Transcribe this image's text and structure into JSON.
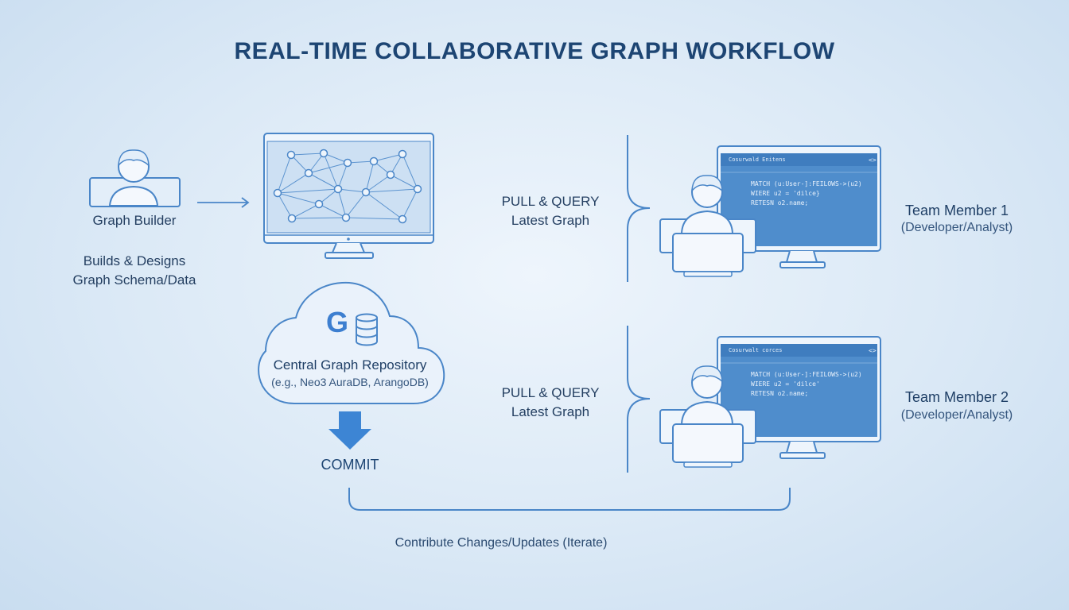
{
  "title": "REAL-TIME COLLABORATIVE GRAPH WORKFLOW",
  "graph_builder": {
    "name": "Graph Builder",
    "description_line1": "Builds & Designs",
    "description_line2": "Graph Schema/Data"
  },
  "repository": {
    "logo_letter": "G",
    "title": "Central Graph Repository",
    "subtitle": "(e.g., Neo3 AuraDB, ArangoDB)"
  },
  "commit_label": "COMMIT",
  "pull_1": {
    "line1": "PULL & QUERY",
    "line2": "Latest Graph"
  },
  "pull_2": {
    "line1": "PULL & QUERY",
    "line2": "Latest Graph"
  },
  "team_member_1": {
    "name": "Team Member 1",
    "role": "(Developer/Analyst)",
    "editor_title": "Cosurwald Enitens",
    "code_line1": "MATCH (u:User-]:FEILOWS->(u2)",
    "code_line2": "WIERE u2 = 'dilce}",
    "code_line3": "RETESN o2.name;"
  },
  "team_member_2": {
    "name": "Team Member 2",
    "role": "(Developer/Analyst)",
    "editor_title": "Cosurwalt corces",
    "code_line1": "MATCH (u:User-]:FEILOWS->(u2)",
    "code_line2": "WIERE u2 = 'dilce'",
    "code_line3": "RETESN o2.name;"
  },
  "contribute_label": "Contribute Changes/Updates (Iterate)",
  "colors": {
    "title": "#1d4573",
    "line": "#4a86c8",
    "screen_fill": "#4f8dcc",
    "accent_blue": "#3d7fd0",
    "background": "#dbe9f6"
  }
}
